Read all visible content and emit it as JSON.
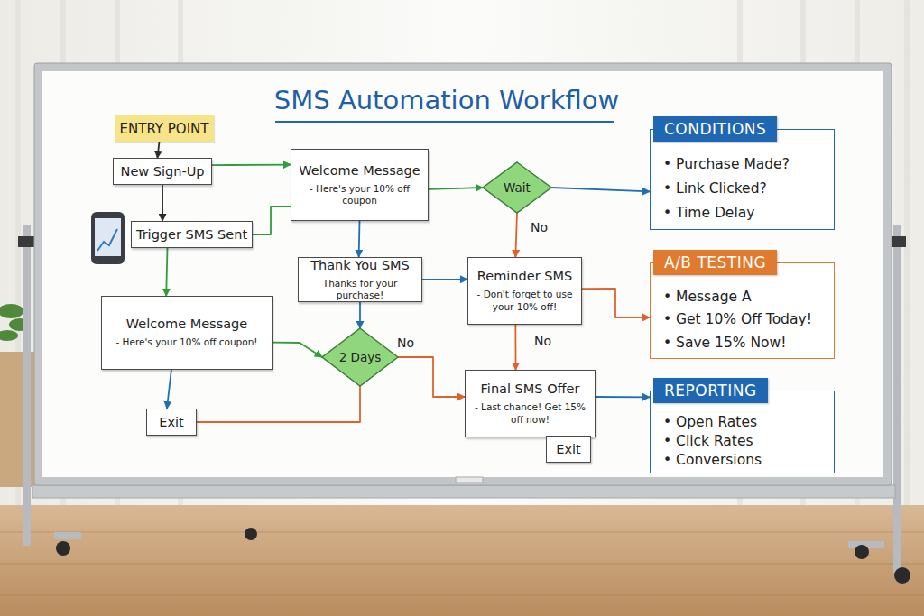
{
  "diagram": {
    "title": "SMS Automation Workflow",
    "nodes": [
      {
        "text": [
          "ENTRY POINT"
        ]
      },
      {
        "text": [
          "New Sign-Up"
        ]
      },
      {
        "text": [
          "Trigger SMS Sent"
        ]
      },
      {
        "text": [
          "Welcome Message",
          "- Here's your 10% off coupon"
        ]
      },
      {
        "text": [
          "Wait"
        ]
      },
      {
        "text": [
          "CONDITIONS",
          "• Purchase Made?",
          "• Link Clicked?",
          "• Time Delay"
        ]
      },
      {
        "text": [
          "Thank You SMS",
          "Thanks for your purchase!"
        ]
      },
      {
        "text": [
          "Reminder SMS",
          "- Don't forget to use your 10% off!"
        ]
      },
      {
        "text": [
          "Welcome Message",
          "- Here's your 10% off coupon!"
        ]
      },
      {
        "text": [
          "2 Days"
        ]
      },
      {
        "text": [
          "Final SMS Offer",
          "- Last chance! Get 15% off now!"
        ]
      },
      {
        "text": [
          "Exit"
        ]
      },
      {
        "text": [
          "Exit"
        ]
      },
      {
        "text": [
          "A/B TESTING",
          "• Message A",
          "• Get 10% Off Today!",
          "• Save 15% Now!"
        ]
      },
      {
        "text": [
          "REPORTING",
          "• Open Rates",
          "• Click Rates",
          "• Conversions"
        ]
      }
    ],
    "edges": [
      {
        "from": 0,
        "to": 1,
        "arrow": "to"
      },
      {
        "from": 1,
        "to": 3,
        "arrow": "to"
      },
      {
        "from": 1,
        "to": 2,
        "arrow": "to"
      },
      {
        "from": 2,
        "to": 3,
        "arrow": "none"
      },
      {
        "from": 2,
        "to": 8,
        "arrow": "to"
      },
      {
        "from": 3,
        "to": 4,
        "arrow": "to"
      },
      {
        "from": 3,
        "to": 6,
        "arrow": "to"
      },
      {
        "from": 4,
        "to": 5,
        "arrow": "to"
      },
      {
        "from": 4,
        "to": 7,
        "label": "No",
        "arrow": "to"
      },
      {
        "from": 6,
        "to": 7,
        "arrow": "to"
      },
      {
        "from": 6,
        "to": 9,
        "arrow": "to"
      },
      {
        "from": 8,
        "to": 9,
        "arrow": "to"
      },
      {
        "from": 9,
        "to": 10,
        "label": "No",
        "arrow": "to"
      },
      {
        "from": 7,
        "to": 10,
        "label": "No",
        "arrow": "to"
      },
      {
        "from": 7,
        "to": 13,
        "arrow": "to"
      },
      {
        "from": 10,
        "to": 14,
        "arrow": "to"
      },
      {
        "from": 8,
        "to": 11,
        "arrow": "to"
      },
      {
        "from": 11,
        "to": 9,
        "arrow": "none"
      }
    ]
  }
}
